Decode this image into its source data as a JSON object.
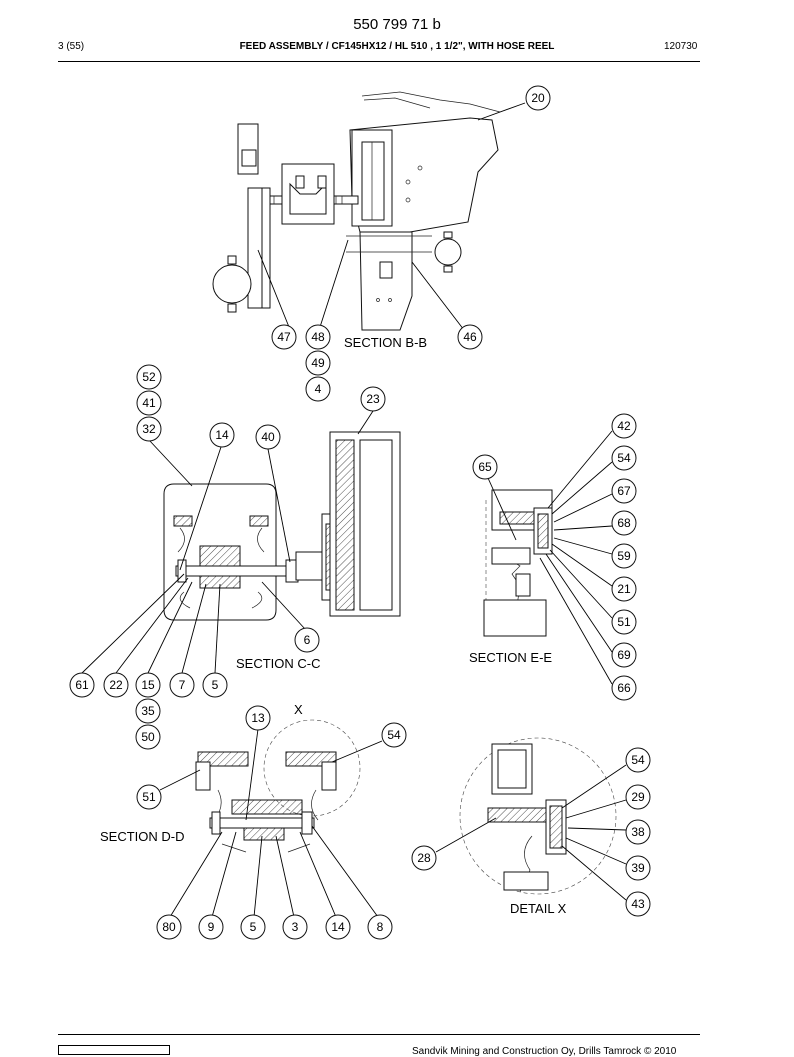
{
  "header": {
    "doc_number": "550 799 71 b",
    "page": "3 (55)",
    "title": "FEED ASSEMBLY / CF145HX12 / HL 510 , 1 1/2\", WITH HOSE REEL",
    "code": "120730"
  },
  "footer": {
    "copyright": "Sandvik Mining and Construction Oy, Drills Tamrock © 2010"
  },
  "sections": {
    "b_b": "SECTION B-B",
    "c_c": "SECTION C-C",
    "e_e": "SECTION E-E",
    "d_d": "SECTION D-D",
    "detail_x": "DETAIL X",
    "x_mark": "X"
  },
  "callouts": {
    "c20": "20",
    "c47": "47",
    "c48": "48",
    "c49": "49",
    "c4": "4",
    "c46": "46",
    "c52": "52",
    "c41": "41",
    "c32": "32",
    "c14a": "14",
    "c40": "40",
    "c23": "23",
    "c6": "6",
    "c61": "61",
    "c22": "22",
    "c15": "15",
    "c7": "7",
    "c5a": "5",
    "c35": "35",
    "c50": "50",
    "c42": "42",
    "c54a": "54",
    "c67": "67",
    "c68": "68",
    "c59": "59",
    "c21": "21",
    "c51a": "51",
    "c69": "69",
    "c66": "66",
    "c65": "65",
    "c13": "13",
    "c54b": "54",
    "c51b": "51",
    "c80": "80",
    "c9": "9",
    "c5b": "5",
    "c3": "3",
    "c14b": "14",
    "c8": "8",
    "c54c": "54",
    "c29": "29",
    "c38": "38",
    "c39": "39",
    "c43": "43",
    "c28": "28"
  }
}
